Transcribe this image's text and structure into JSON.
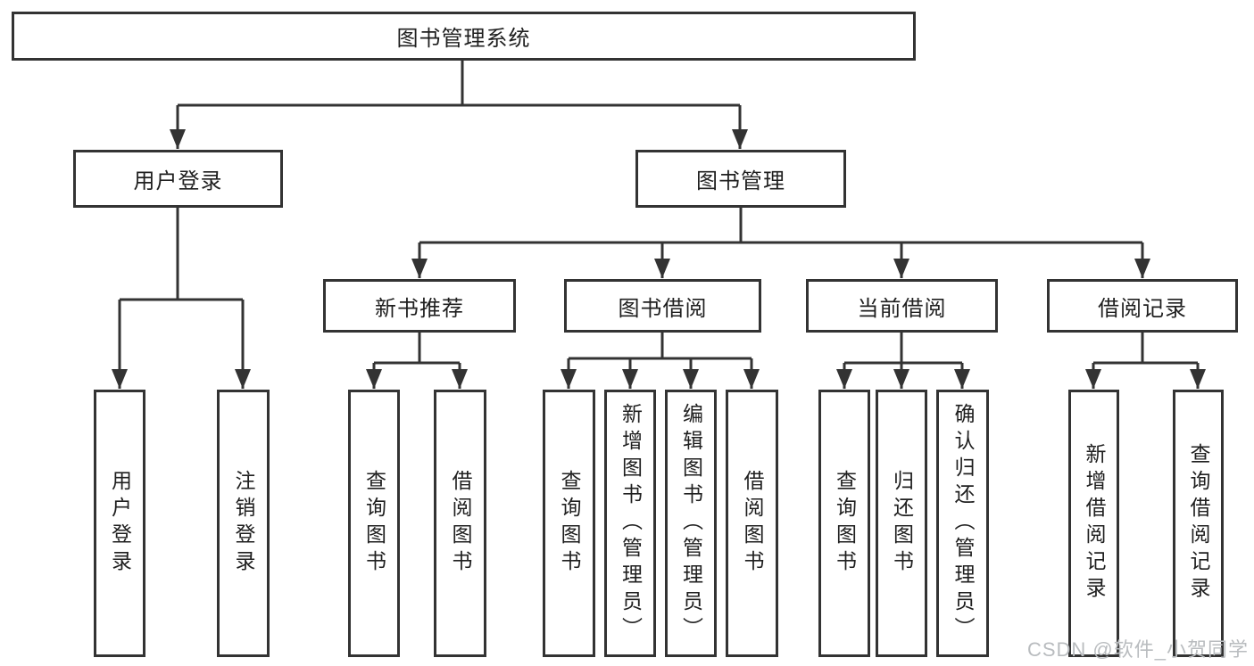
{
  "diagram": {
    "root": {
      "label": "图书管理系统"
    },
    "login_branch": {
      "label": "用户登录",
      "children": [
        {
          "label": "用户登录"
        },
        {
          "label": "注销登录"
        }
      ]
    },
    "management_branch": {
      "label": "图书管理",
      "groups": [
        {
          "label": "新书推荐",
          "children": [
            {
              "label": "查询图书"
            },
            {
              "label": "借阅图书"
            }
          ]
        },
        {
          "label": "图书借阅",
          "children": [
            {
              "label": "查询图书"
            },
            {
              "label": "新增图书（管理员）"
            },
            {
              "label": "编辑图书（管理员）"
            },
            {
              "label": "借阅图书"
            }
          ]
        },
        {
          "label": "当前借阅",
          "children": [
            {
              "label": "查询图书"
            },
            {
              "label": "归还图书"
            },
            {
              "label": "确认归还（管理员）"
            }
          ]
        },
        {
          "label": "借阅记录",
          "children": [
            {
              "label": "新增借阅记录"
            },
            {
              "label": "查询借阅记录"
            }
          ]
        }
      ]
    }
  },
  "watermark": {
    "text": "CSDN @软件_小贺同学"
  },
  "colors": {
    "border": "#333333",
    "line": "#333333",
    "text": "#1f1f1f",
    "background": "#ffffff",
    "watermark": "#b9bcbf"
  }
}
